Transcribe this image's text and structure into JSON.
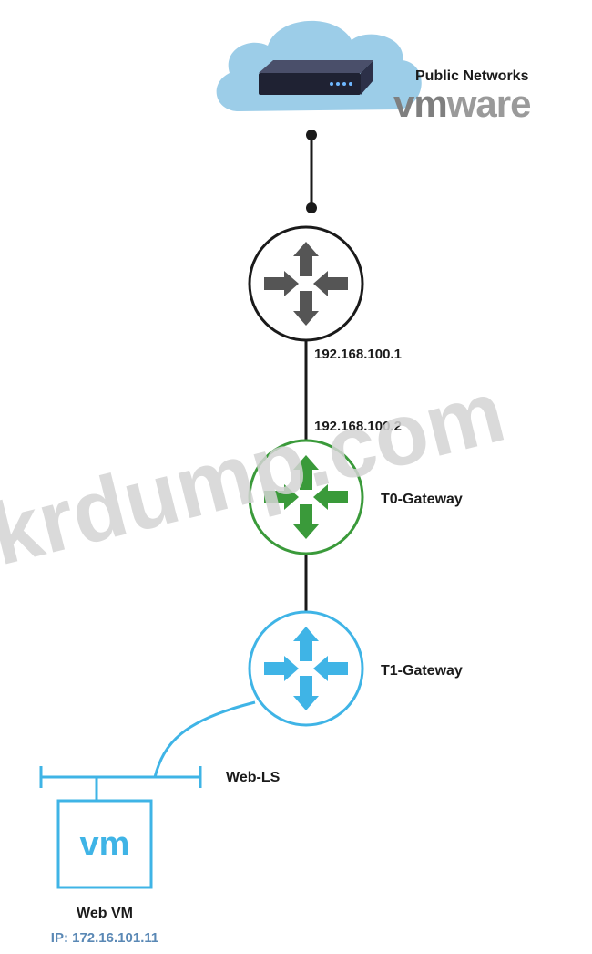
{
  "colors": {
    "black": "#1a1a1a",
    "gray_arrow": "#555555",
    "green": "#3a9a3a",
    "blue": "#3fb4e6",
    "cloud": "#9ccde8",
    "web_ip": "#5a88b5",
    "vmware_gray": "#9a9a9a",
    "watermark": "#d4d4d4"
  },
  "cloud": {
    "label": "Public Networks",
    "brand": "vmware"
  },
  "routers": [
    {
      "id": "upstream",
      "label": "",
      "ip_top": "",
      "ip_bottom": "192.168.100.1",
      "color_key": "gray_arrow",
      "ring_key": "black"
    },
    {
      "id": "t0",
      "label": "T0-Gateway",
      "ip_top": "192.168.100.2",
      "ip_bottom": "",
      "color_key": "green",
      "ring_key": "green"
    },
    {
      "id": "t1",
      "label": "T1-Gateway",
      "ip_top": "",
      "ip_bottom": "",
      "color_key": "blue",
      "ring_key": "blue"
    }
  ],
  "segment": {
    "label": "Web-LS"
  },
  "vm": {
    "icon_text": "vm",
    "name": "Web VM",
    "ip": "IP: 172.16.101.11"
  },
  "watermark": "krdump.com"
}
